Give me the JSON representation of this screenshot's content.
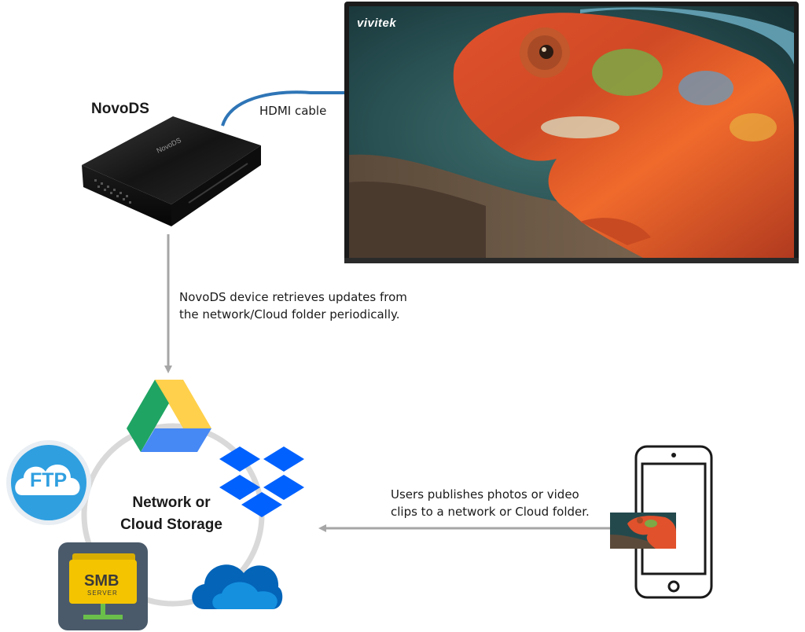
{
  "device": {
    "title": "NovoDS",
    "logo_text": "NovoDS"
  },
  "cable": {
    "label": "HDMI cable"
  },
  "display": {
    "brand": "vivitek"
  },
  "retrieve_note": {
    "line1": "NovoDS device retrieves updates from",
    "line2": "the network/Cloud folder periodically."
  },
  "storage": {
    "line1": "Network or",
    "line2": "Cloud Storage"
  },
  "ftp": {
    "label": "FTP"
  },
  "smb": {
    "label": "SMB",
    "sublabel": "SERVER"
  },
  "publish_note": {
    "line1": "Users publishes photos or video",
    "line2": "clips to a network or Cloud folder."
  },
  "colors": {
    "arrow": "#a6a6a6",
    "cable": "#2e75b6",
    "ring": "#d9d9d9",
    "drive_green": "#1fa463",
    "drive_yellow": "#ffd04b",
    "drive_blue": "#4688f4",
    "dropbox": "#0061fe",
    "ftp": "#2f9fe0",
    "onedrive": "#0364b8",
    "smb_bg": "#4a5a6a",
    "folder": "#f4c400"
  }
}
